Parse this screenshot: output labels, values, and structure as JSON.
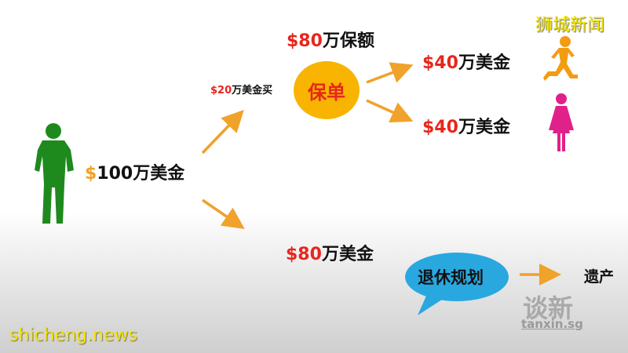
{
  "diagram": {
    "source": {
      "dollar": "$",
      "amount": "100",
      "unit": "万美金"
    },
    "buy_label": {
      "amount": "$20",
      "text": "万美金买"
    },
    "policy": {
      "label": "保单",
      "color": "#f8b400"
    },
    "coverage": {
      "amount": "$80",
      "text": "万保额"
    },
    "beneficiaries": [
      {
        "amount": "$40",
        "text": "万美金",
        "icon": "running-child-icon",
        "color": "#f39c12"
      },
      {
        "amount": "$40",
        "text": "万美金",
        "icon": "woman-icon",
        "color": "#e0218a"
      }
    ],
    "remaining": {
      "amount": "$80",
      "text": "万美金"
    },
    "retirement": {
      "label": "退休规划",
      "color": "#29a8e0"
    },
    "legacy": {
      "label": "遗产"
    },
    "arrow_color": "#f0a22a",
    "person_color": "#1e8a1e"
  },
  "watermarks": {
    "top_right": "狮城新闻",
    "bottom_left": "shicheng.news",
    "tanxin_cn": "谈新",
    "tanxin_url": "tanxin.sg"
  }
}
